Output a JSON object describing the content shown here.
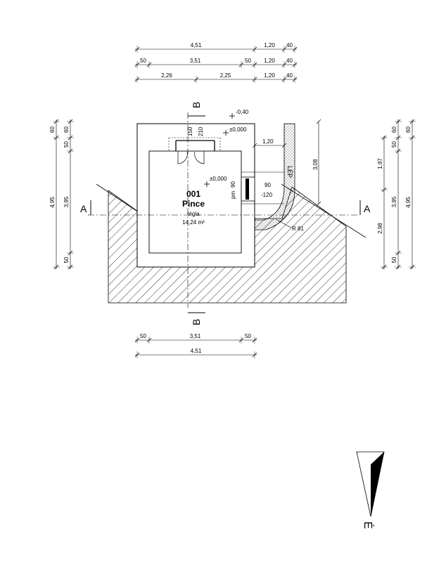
{
  "dims": {
    "top": {
      "row1": [
        "4,51",
        "1,20",
        "40"
      ],
      "row2": [
        "50",
        "3,51",
        "50",
        "1,20",
        "40"
      ],
      "row3": [
        "2,26",
        "2,25",
        "1,20",
        "40"
      ]
    },
    "bottom": {
      "row1": [
        "50",
        "3,51",
        "50"
      ],
      "row2": [
        "4,51"
      ]
    },
    "left": {
      "outer": [
        "60",
        "4,95"
      ],
      "inner": [
        "60",
        "50",
        "3,95",
        "50"
      ]
    },
    "right": {
      "inner": [
        "60",
        "50",
        "3,95",
        "50"
      ],
      "outer": [
        "4,95"
      ],
      "mid": [
        "1,97",
        "2,98"
      ]
    },
    "misc": {
      "door_w": "150",
      "door_h": "210",
      "win_w": "90",
      "win_h": "90",
      "pm": "pm",
      "win_sill": "-120",
      "lightwell_w": "1,20",
      "lightwell_depth": "3,08",
      "radius": "R 81"
    }
  },
  "levels": {
    "ground": "-0,40",
    "floor_top": "±0,000",
    "floor_room": "±0,000"
  },
  "room": {
    "number": "001",
    "name": "Pince",
    "finish": "tégla",
    "area": "14,24 m²"
  },
  "sections": {
    "a_left": "A",
    "a_right": "A",
    "b_top": "B",
    "b_bottom": "B"
  },
  "stair_label": "LÉP",
  "north_label": "É"
}
